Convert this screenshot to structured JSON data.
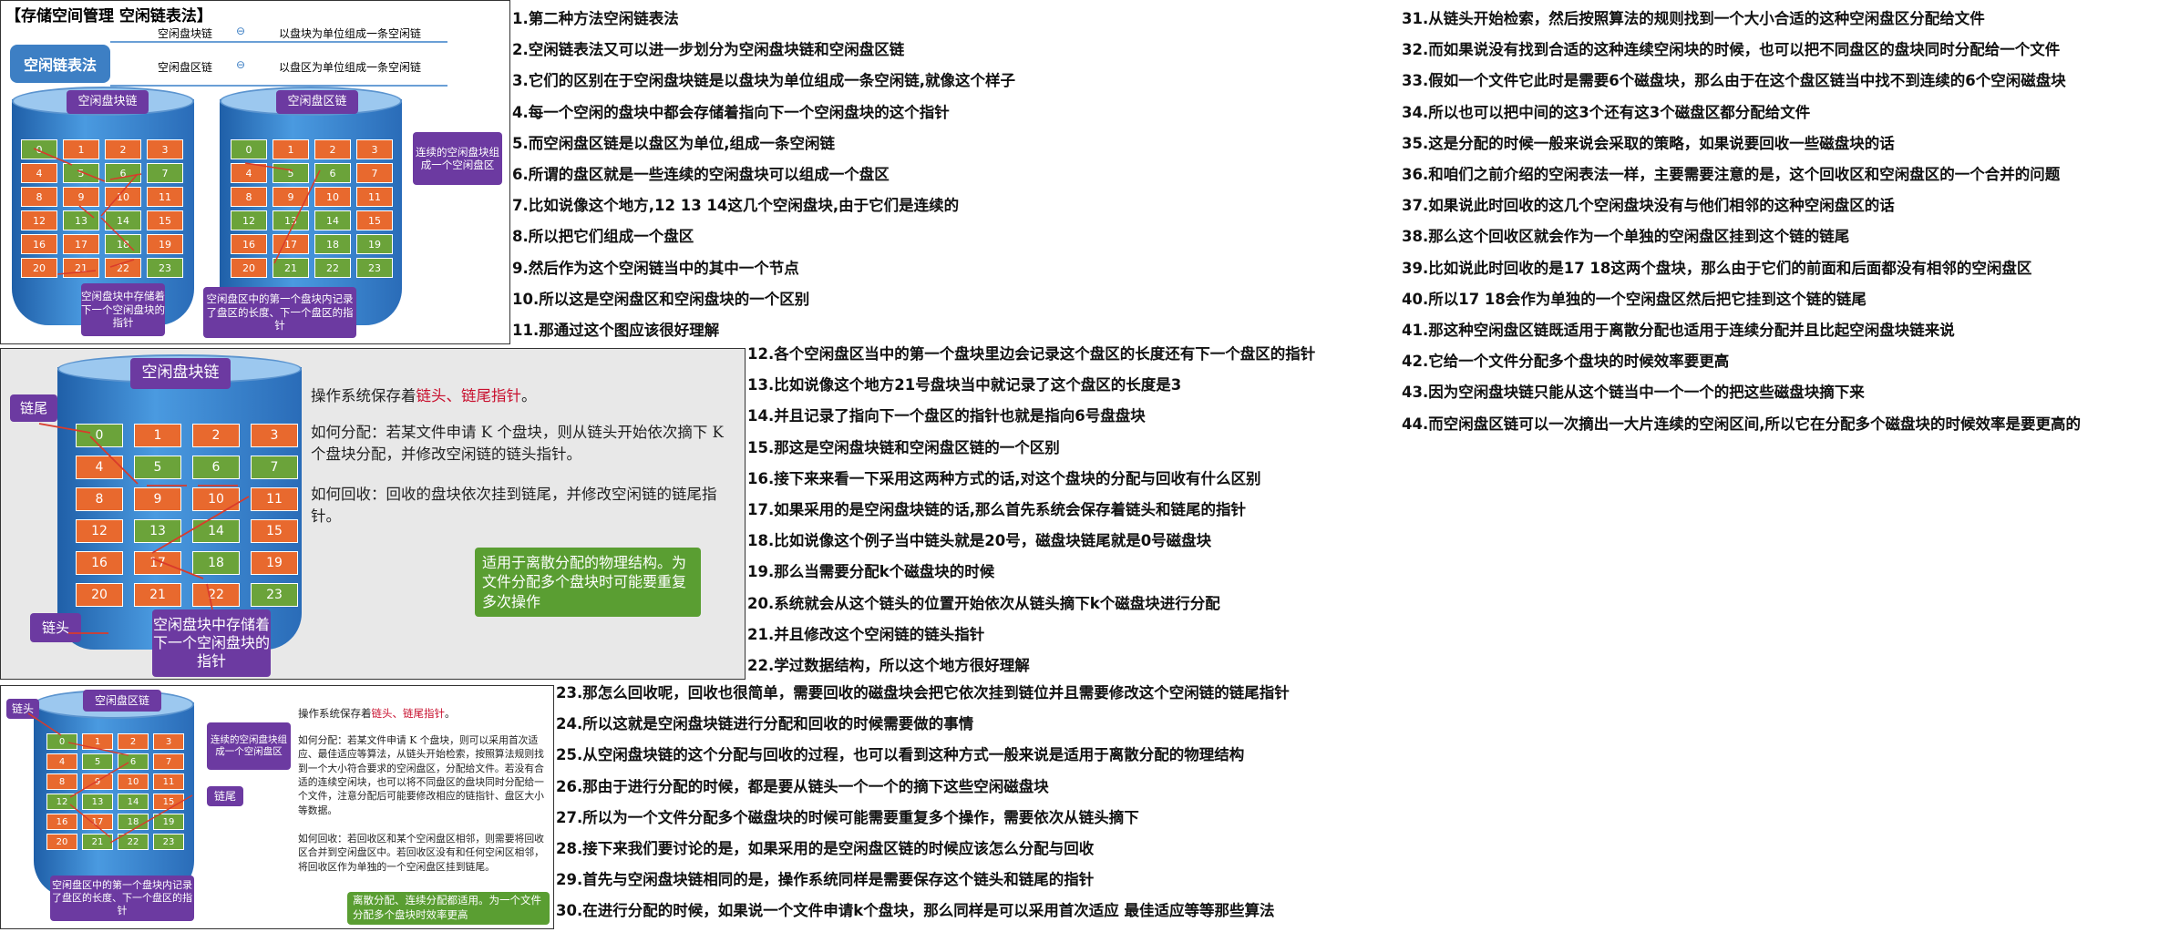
{
  "panel1": {
    "title": "【存储空间管理 空闲链表法】",
    "keyword": "空闲链表法",
    "row1_label": "空闲盘块链",
    "row1_desc": "以盘块为单位组成一条空闲链",
    "row2_label": "空闲盘区链",
    "row2_desc": "以盘区为单位组成一条空闲链",
    "cyl1_label": "空闲盘块链",
    "cyl2_label": "空闲盘区链",
    "note_continuous": "连续的空闲盘块组成一个空闲盘区",
    "note_block_ptr": "空闲盘块中存储着下一个空闲盘块的指针",
    "note_region_ptr": "空闲盘区中的第一个盘块内记录了盘区的长度、下一个盘区的指针"
  },
  "blocks": [
    "0",
    "1",
    "2",
    "3",
    "4",
    "5",
    "6",
    "7",
    "8",
    "9",
    "10",
    "11",
    "12",
    "13",
    "14",
    "15",
    "16",
    "17",
    "18",
    "19",
    "20",
    "21",
    "22",
    "23"
  ],
  "free_blocks": [
    0,
    5,
    6,
    7,
    13,
    14,
    18,
    23
  ],
  "free_regions": [
    0,
    5,
    6,
    12,
    13,
    14,
    18,
    19,
    21,
    22,
    23
  ],
  "panel2": {
    "cyl_label": "空闲盘块链",
    "tail_label": "链尾",
    "head_label": "链头",
    "bubble": "空闲盘块中存储着下一个空闲盘块的指针",
    "p1_a": "操作系统保存着",
    "p1_b": "链头、链尾指针",
    "p1_c": "。",
    "p2": "如何分配：若某文件申请 K 个盘块，则从链头开始依次摘下 K 个盘块分配，并修改空闲链的链头指针。",
    "p3": "如何回收：回收的盘块依次挂到链尾，并修改空闲链的链尾指针。",
    "green": "适用于离散分配的物理结构。为文件分配多个盘块时可能要重复多次操作"
  },
  "panel3": {
    "cyl_label": "空闲盘区链",
    "head_label": "链头",
    "tail_label": "链尾",
    "note_continuous": "连续的空闲盘块组成一个空闲盘区",
    "bubble": "空闲盘区中的第一个盘块内记录了盘区的长度、下一个盘区的指针",
    "p1_a": "操作系统保存着",
    "p1_b": "链头、链尾指针",
    "p1_c": "。",
    "p2": "如何分配：若某文件申请 K 个盘块，则可以采用首次适应、最佳适应等算法，从链头开始检索，按照算法规则找到一个大小符合要求的空闲盘区，分配给文件。若没有合适的连续空闲块，也可以将不同盘区的盘块同时分配给一个文件，注意分配后可能要修改相应的链指针、盘区大小等数据。",
    "p3": "如何回收：若回收区和某个空闲盘区相邻，则需要将回收区合并到空闲盘区中。若回收区没有和任何空闲区相邻，将回收区作为单独的一个空闲盘区挂到链尾。",
    "green": "离散分配、连续分配都适用。为一个文件分配多个盘块时效率更高"
  },
  "notes_col1": [
    "1.第二种方法空闲链表法",
    "2.空闲链表法又可以进一步划分为空闲盘块链和空闲盘区链",
    "3.它们的区别在于空闲盘块链是以盘块为单位组成一条空闲链,就像这个样子",
    "4.每一个空闲的盘块中都会存储着指向下一个空闲盘块的这个指针",
    "5.而空闲盘区链是以盘区为单位,组成一条空闲链",
    "6.所谓的盘区就是一些连续的空闲盘块可以组成一个盘区",
    "7.比如说像这个地方,12 13 14这几个空闲盘块,由于它们是连续的",
    "8.所以把它们组成一个盘区",
    "9.然后作为这个空闲链当中的其中一个节点",
    "10.所以这是空闲盘区和空闲盘块的一个区别",
    "11.那通过这个图应该很好理解"
  ],
  "notes_col2": [
    "12.各个空闲盘区当中的第一个盘块里边会记录这个盘区的长度还有下一个盘区的指针",
    "13.比如说像这个地方21号盘块当中就记录了这个盘区的长度是3",
    "14.并且记录了指向下一个盘区的指针也就是指向6号盘盘块",
    "15.那这是空闲盘块链和空闲盘区链的一个区别",
    "16.接下来来看一下采用这两种方式的话,对这个盘块的分配与回收有什么区别",
    "17.如果采用的是空闲盘块链的话,那么首先系统会保存着链头和链尾的指针",
    "18.比如说像这个例子当中链头就是20号，磁盘块链尾就是0号磁盘块",
    "19.那么当需要分配k个磁盘块的时候",
    "20.系统就会从这个链头的位置开始依次从链头摘下k个磁盘块进行分配",
    "21.并且修改这个空闲链的链头指针",
    "22.学过数据结构，所以这个地方很好理解"
  ],
  "notes_col3": [
    "23.那怎么回收呢，回收也很简单，需要回收的磁盘块会把它依次挂到链位并且需要修改这个空闲链的链尾指针",
    "24.所以这就是空闲盘块链进行分配和回收的时候需要做的事情",
    "25.从空闲盘块链的这个分配与回收的过程，也可以看到这种方式一般来说是适用于离散分配的物理结构",
    "26.那由于进行分配的时候，都是要从链头一个一个的摘下这些空闲磁盘块",
    "27.所以为一个文件分配多个磁盘块的时候可能需要重复多个操作，需要依次从链头摘下",
    "28.接下来我们要讨论的是，如果采用的是空闲盘区链的时候应该怎么分配与回收",
    "29.首先与空闲盘块链相同的是，操作系统同样是需要保存这个链头和链尾的指针",
    "30.在进行分配的时候，如果说一个文件申请k个盘块，那么同样是可以采用首次适应 最佳适应等等那些算法"
  ],
  "notes_col4": [
    "31.从链头开始检索，然后按照算法的规则找到一个大小合适的这种空闲盘区分配给文件",
    "32.而如果说没有找到合适的这种连续空闲块的时候，也可以把不同盘区的盘块同时分配给一个文件",
    "33.假如一个文件它此时是需要6个磁盘块，那么由于在这个盘区链当中找不到连续的6个空闲磁盘块",
    "34.所以也可以把中间的这3个还有这3个磁盘区都分配给文件",
    "35.这是分配的时候一般来说会采取的策略，如果说要回收一些磁盘块的话",
    "36.和咱们之前介绍的空闲表法一样，主要需要注意的是，这个回收区和空闲盘区的一个合并的问题",
    "37.如果说此时回收的这几个空闲盘块没有与他们相邻的这种空闲盘区的话",
    "38.那么这个回收区就会作为一个单独的空闲盘区挂到这个链的链尾",
    "39.比如说此时回收的是17 18这两个盘块，那么由于它们的前面和后面都没有相邻的空闲盘区",
    "40.所以17 18会作为单独的一个空闲盘区然后把它挂到这个链的链尾",
    "41.那这种空闲盘区链既适用于离散分配也适用于连续分配并且比起空闲盘块链来说",
    "42.它给一个文件分配多个盘块的时候效率要更高",
    "43.因为空闲盘块链只能从这个链当中一个一个的把这些磁盘块摘下来",
    "44.而空闲盘区链可以一次摘出一大片连续的空闲区间,所以它在分配多个磁盘块的时候效率是要更高的"
  ]
}
